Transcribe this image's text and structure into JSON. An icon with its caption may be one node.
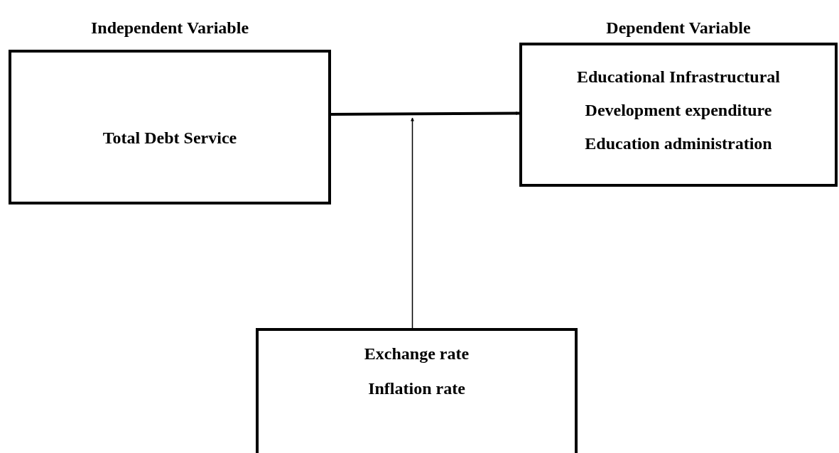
{
  "diagram": {
    "nodes": [
      {
        "text": [
          "Independent Variable",
          "Total Debt Service"
        ]
      },
      {
        "text": [
          "Dependent Variable",
          "Educational Infrastructural",
          "Development expenditure",
          "Education administration"
        ]
      },
      {
        "text": [
          "Exchange rate",
          "Inflation rate"
        ]
      }
    ],
    "edges": [
      {
        "from": 0,
        "to": 1,
        "arrow": "to",
        "style": "thick"
      },
      {
        "from": 2,
        "to": null,
        "arrow": "to"
      }
    ]
  }
}
